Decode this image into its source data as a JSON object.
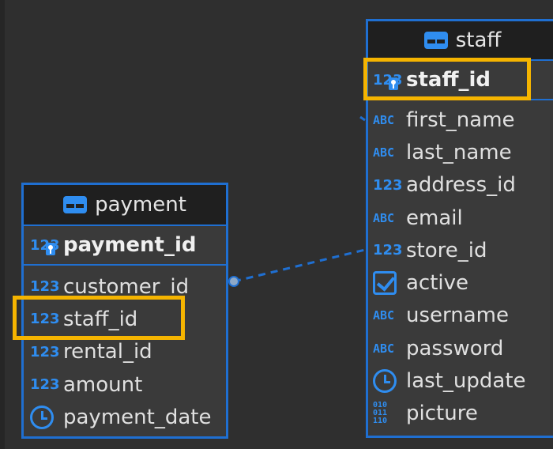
{
  "entities": {
    "payment": {
      "title": "payment",
      "primary_key": {
        "name": "payment_id",
        "type_icon": "123"
      },
      "columns": [
        {
          "name": "customer_id",
          "type_icon": "123"
        },
        {
          "name": "staff_id",
          "type_icon": "123"
        },
        {
          "name": "rental_id",
          "type_icon": "123"
        },
        {
          "name": "amount",
          "type_icon": "123"
        },
        {
          "name": "payment_date",
          "type_icon": "clock-icon"
        }
      ]
    },
    "staff": {
      "title": "staff",
      "primary_key": {
        "name": "staff_id",
        "type_icon": "123"
      },
      "columns": [
        {
          "name": "first_name",
          "type_icon": "ABC"
        },
        {
          "name": "last_name",
          "type_icon": "ABC"
        },
        {
          "name": "address_id",
          "type_icon": "123"
        },
        {
          "name": "email",
          "type_icon": "ABC"
        },
        {
          "name": "store_id",
          "type_icon": "123"
        },
        {
          "name": "active",
          "type_icon": "checkbox-icon"
        },
        {
          "name": "username",
          "type_icon": "ABC"
        },
        {
          "name": "password",
          "type_icon": "ABC"
        },
        {
          "name": "last_update",
          "type_icon": "clock-icon"
        },
        {
          "name": "picture",
          "type_icon": "binary-icon"
        }
      ]
    }
  },
  "icons": {
    "int": "123",
    "text": "ABC",
    "binary_top": "010",
    "binary_mid": "011",
    "binary_bot": "110"
  },
  "colors": {
    "background": "#2f2f2f",
    "entity_border": "#1f6fd1",
    "icon_blue": "#2f8df0",
    "highlight": "#f5b400",
    "header_bg": "#1f1f1f"
  }
}
